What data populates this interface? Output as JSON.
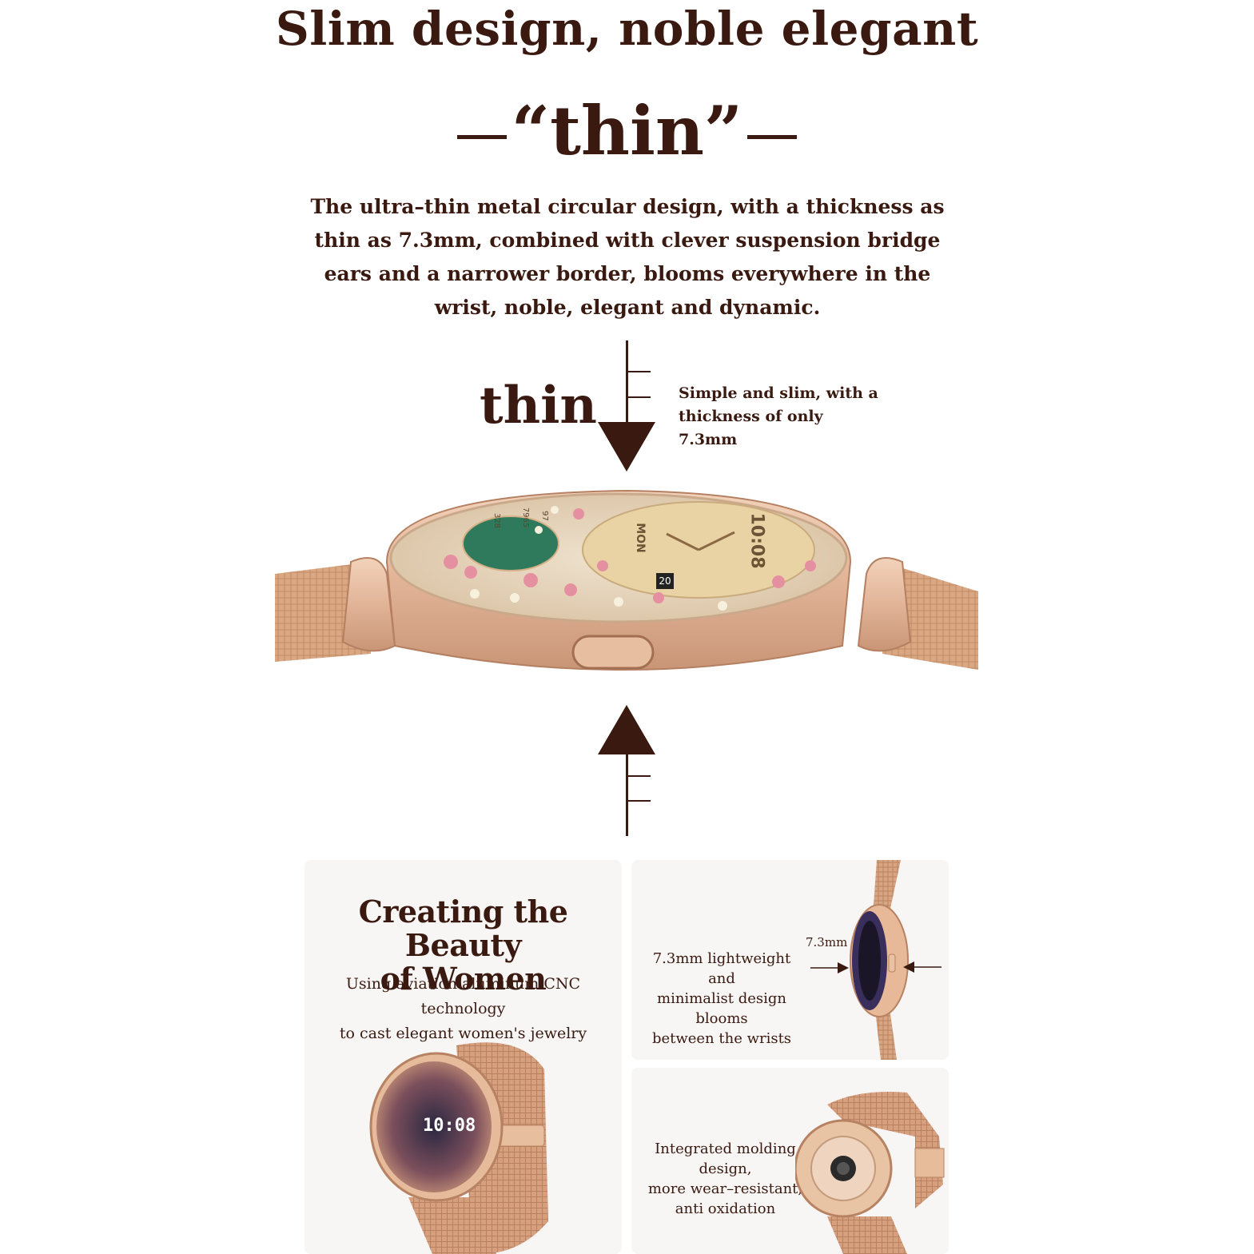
{
  "header": {
    "title": "Slim design, noble elegant",
    "thin_quote": "“thin”"
  },
  "intro": {
    "text": "The ultra–thin metal circular design, with a thickness as thin as 7.3mm, combined with clever suspension bridge ears and a narrower border, blooms everywhere in the wrist, noble, elegant and dynamic."
  },
  "thickness": {
    "label": "thin",
    "note_line1": "Simple and slim, with a",
    "note_line2": "thickness of only 7.3mm"
  },
  "watch_face": {
    "time": "10:08",
    "day": "MON",
    "date": "20",
    "stat1": "97",
    "stat2": "7965",
    "stat3": "328"
  },
  "panels": {
    "beauty": {
      "title_line1": "Creating the Beauty",
      "title_line2": "of Women",
      "text_line1": "Using aviation aluminum CNC technology",
      "text_line2": "to cast elegant women's jewelry",
      "watch_time": "10:08"
    },
    "light": {
      "line1": "7.3mm lightweight and",
      "line2": "minimalist design blooms",
      "line3": "between the wrists",
      "dimension": "7.3mm"
    },
    "molding": {
      "line1": "Integrated molding design,",
      "line2": "more wear–resistant,",
      "line3": "anti oxidation"
    }
  },
  "colors": {
    "text": "#3a1a10",
    "gold": "#d9a882",
    "panel": "#f7f6f5"
  }
}
